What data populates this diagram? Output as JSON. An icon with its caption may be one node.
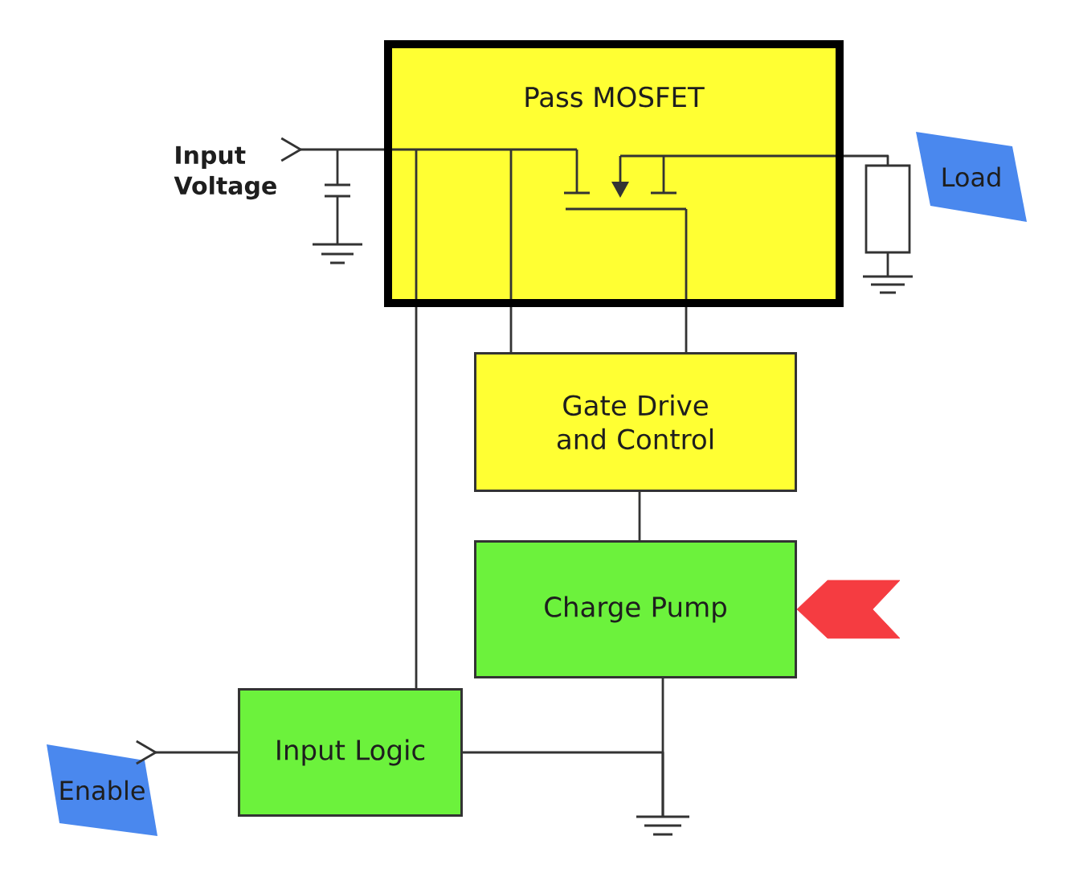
{
  "diagram": {
    "nodes": [
      {
        "text": [
          "Pass MOSFET"
        ]
      },
      {
        "text": [
          "Input Voltage"
        ]
      },
      {
        "text": [
          "Load"
        ]
      },
      {
        "text": [],
        "shape": "box"
      },
      {
        "text": [],
        "shape": "ground"
      },
      {
        "text": [
          "Gate Drive and Control"
        ]
      },
      {
        "text": [
          "Charge Pump"
        ]
      },
      {
        "text": [
          "Input Logic"
        ]
      },
      {
        "text": [
          "Enable"
        ]
      },
      {
        "text": [],
        "shape": "ground"
      }
    ],
    "edges": [
      {
        "from": 1,
        "to": 0,
        "arrow": "other"
      },
      {
        "from": 0,
        "to": 3,
        "arrow": "none"
      },
      {
        "from": 3,
        "to": 4,
        "arrow": "none"
      },
      {
        "from": 0,
        "to": 7,
        "arrow": "none"
      },
      {
        "from": 0,
        "to": 5,
        "arrow": "none"
      },
      {
        "from": 0,
        "to": 5,
        "arrow": "none"
      },
      {
        "from": 5,
        "to": 6,
        "arrow": "none"
      },
      {
        "from": null,
        "to": 6,
        "arrow": "to",
        "color": "#f53c41"
      },
      {
        "from": 8,
        "to": 7,
        "arrow": "other"
      },
      {
        "from": 6,
        "to": 9,
        "arrow": "none"
      },
      {
        "from": 7,
        "to": 9,
        "arrow": "none"
      }
    ]
  }
}
